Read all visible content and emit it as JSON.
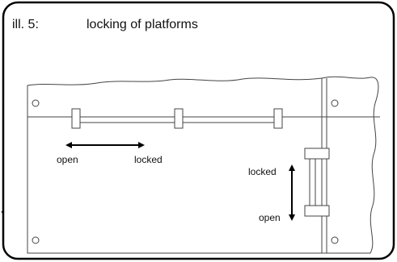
{
  "caption": {
    "number": "ill. 5:",
    "title": "locking of platforms"
  },
  "labels": {
    "horizontal_open": "open",
    "horizontal_locked": "locked",
    "vertical_locked": "locked",
    "vertical_open": "open"
  }
}
